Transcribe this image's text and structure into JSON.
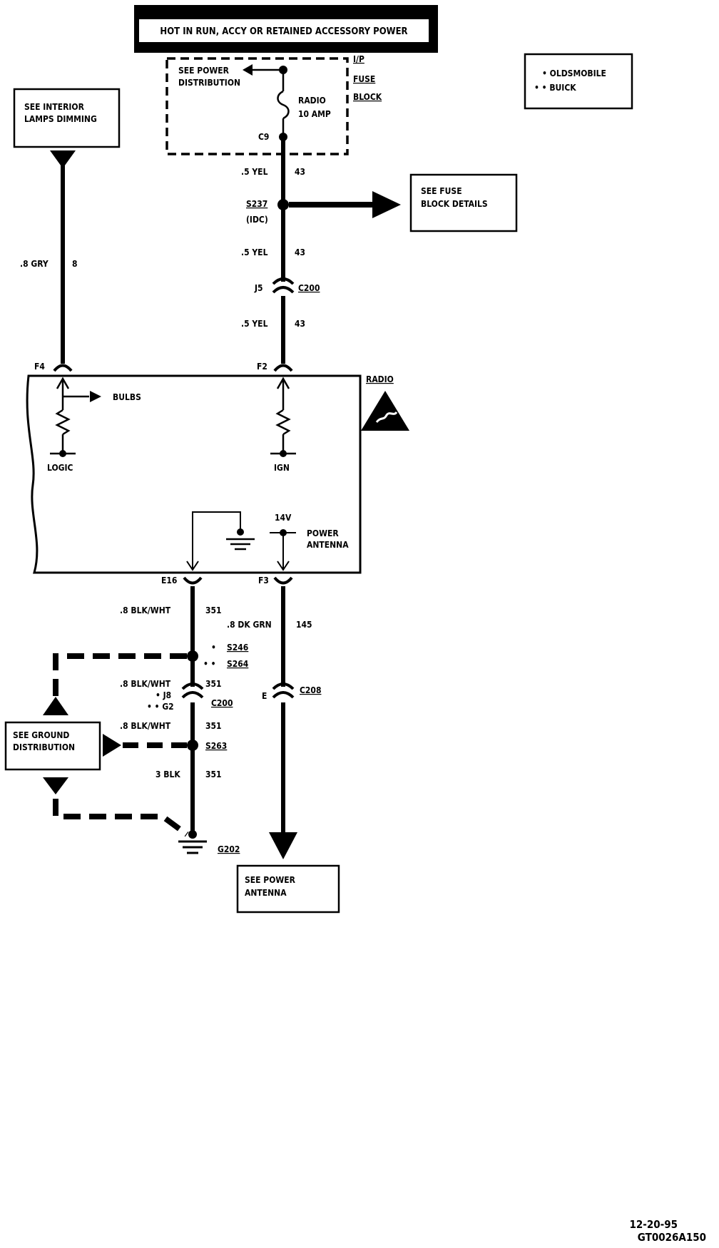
{
  "header": {
    "title": "HOT IN RUN, ACCY OR RETAINED ACCESSORY POWER"
  },
  "legend": {
    "line1": "• OLDSMOBILE",
    "line2": "• • BUICK"
  },
  "fuse_block": {
    "label_l1": "I/P",
    "label_l2": "FUSE",
    "label_l3": "BLOCK",
    "see_power_l1": "SEE POWER",
    "see_power_l2": "DISTRIBUTION",
    "fuse_l1": "RADIO",
    "fuse_l2": "10 AMP",
    "cavity": "C9"
  },
  "boxes": {
    "interior_l1": "SEE INTERIOR",
    "interior_l2": "LAMPS DIMMING",
    "fuse_details_l1": "SEE FUSE",
    "fuse_details_l2": "BLOCK DETAILS",
    "ground_l1": "SEE GROUND",
    "ground_l2": "DISTRIBUTION",
    "antenna_l1": "SEE POWER",
    "antenna_l2": "ANTENNA"
  },
  "wires": {
    "w1_color": ".5 YEL",
    "w1_circuit": "43",
    "w2_color": ".5 YEL",
    "w2_circuit": "43",
    "w3_color": ".5 YEL",
    "w3_circuit": "43",
    "gry_color": ".8 GRY",
    "gry_circuit": "8",
    "blk1_color": ".8 BLK/WHT",
    "blk1_circuit": "351",
    "grn_color": ".8 DK GRN",
    "grn_circuit": "145",
    "blk2_color": ".8 BLK/WHT",
    "blk2_circuit": "351",
    "blk3_color": ".8 BLK/WHT",
    "blk3_circuit": "351",
    "blk4_color": "3 BLK",
    "blk4_circuit": "351"
  },
  "splices": {
    "s237": "S237",
    "s237_sub": "(IDC)",
    "s246_prefix": "•",
    "s246": "S246",
    "s264_prefix": "• •",
    "s264": "S264",
    "s263": "S263"
  },
  "connectors": {
    "j5": "J5",
    "c200_top": "C200",
    "f4": "F4",
    "f2": "F2",
    "e16": "E16",
    "f3": "F3",
    "c208_pin": "E",
    "c208": "C208",
    "j8": "• J8",
    "g2": "• • G2",
    "c200_low": "C200"
  },
  "radio": {
    "name": "RADIO",
    "bulbs": "BULBS",
    "logic": "LOGIC",
    "ign": "IGN",
    "v14": "14V",
    "ant_l1": "POWER",
    "ant_l2": "ANTENNA"
  },
  "ground": {
    "g202": "G202"
  },
  "footer": {
    "date": "12-20-95",
    "code": "GT0026A150"
  }
}
